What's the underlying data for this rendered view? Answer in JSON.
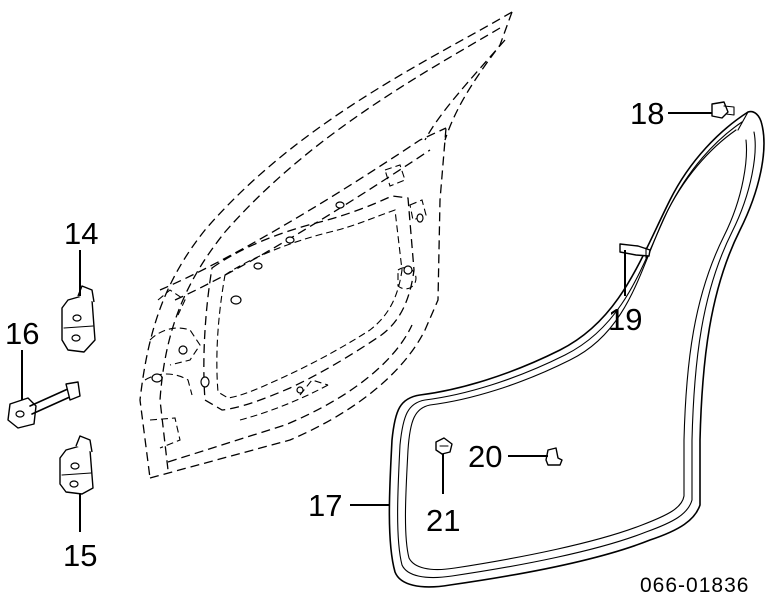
{
  "diagram": {
    "reference_code": "066-01836",
    "callouts": {
      "p14": "14",
      "p15": "15",
      "p16": "16",
      "p17": "17",
      "p18": "18",
      "p19": "19",
      "p20": "20",
      "p21": "21"
    }
  }
}
